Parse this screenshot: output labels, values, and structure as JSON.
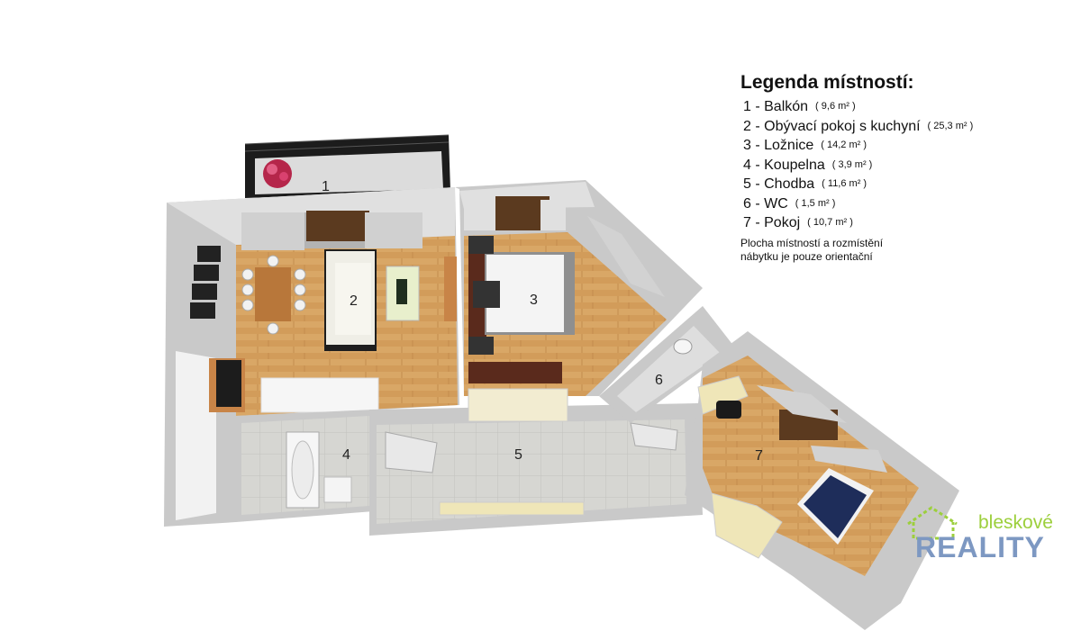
{
  "legend": {
    "title": "Legenda místností:",
    "rooms": [
      {
        "label": "1 - Balkón",
        "area": "( 9,6 m² )"
      },
      {
        "label": "2 - Obývací pokoj s kuchyní",
        "area": "( 25,3 m² )"
      },
      {
        "label": "3 - Ložnice",
        "area": "( 14,2 m² )"
      },
      {
        "label": "4 - Koupelna",
        "area": "( 3,9 m² )"
      },
      {
        "label": "5 - Chodba",
        "area": "( 11,6 m² )"
      },
      {
        "label": "6 - WC",
        "area": "( 1,5 m² )"
      },
      {
        "label": "7 - Pokoj",
        "area": "( 10,7 m² )"
      }
    ],
    "note_line1": "Plocha místností a rozmístění",
    "note_line2": "nábytku je pouze orientační"
  },
  "plan": {
    "room_numbers": [
      "1",
      "2",
      "3",
      "4",
      "5",
      "6",
      "7"
    ]
  },
  "brand": {
    "top": "bleskové",
    "bottom": "REALITY"
  },
  "colors": {
    "wall": "#c9c9c9",
    "floor_wood": "#d9a766",
    "floor_tile": "#d3d3cf",
    "brand_green": "#9ccf3c",
    "brand_blue": "#7d98c2"
  }
}
